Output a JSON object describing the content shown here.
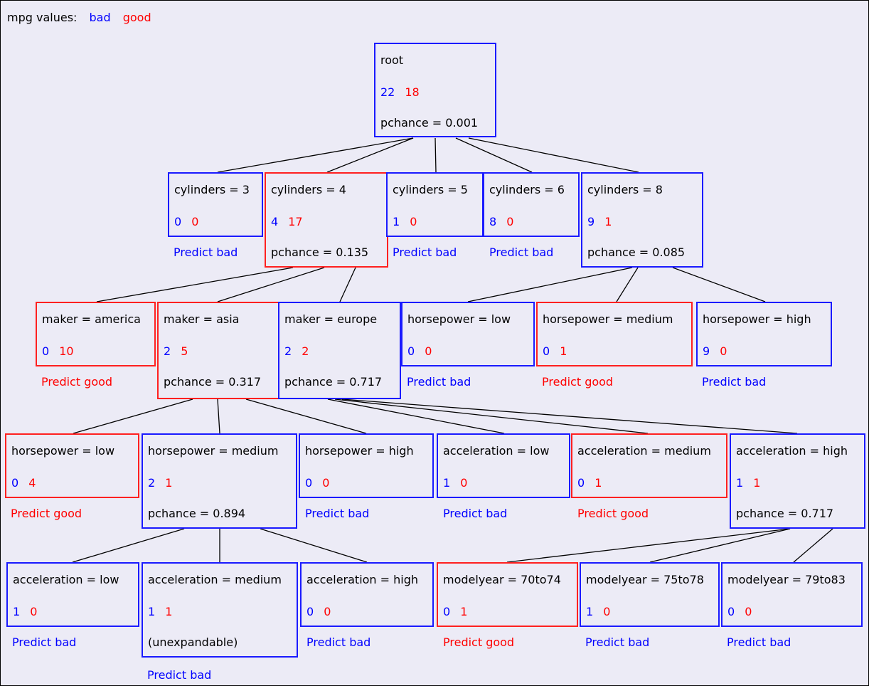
{
  "legend": {
    "label": "mpg values:",
    "bad": "bad",
    "good": "good"
  },
  "colors": {
    "bad": "#0000ff",
    "good": "#ff0000",
    "background": "#ecebf6",
    "edge": "#000000"
  },
  "nodes": [
    {
      "id": "root",
      "title": "root",
      "bad": "22",
      "good": "18",
      "pchance": "pchance = 0.001",
      "cls": "bad"
    },
    {
      "id": "cyl3",
      "title": "cylinders = 3",
      "bad": "0",
      "good": "0",
      "predict": "Predict bad",
      "cls": "bad"
    },
    {
      "id": "cyl4",
      "title": "cylinders = 4",
      "bad": "4",
      "good": "17",
      "pchance": "pchance = 0.135",
      "cls": "good"
    },
    {
      "id": "cyl5",
      "title": "cylinders = 5",
      "bad": "1",
      "good": "0",
      "predict": "Predict bad",
      "cls": "bad"
    },
    {
      "id": "cyl6",
      "title": "cylinders = 6",
      "bad": "8",
      "good": "0",
      "predict": "Predict bad",
      "cls": "bad"
    },
    {
      "id": "cyl8",
      "title": "cylinders = 8",
      "bad": "9",
      "good": "1",
      "pchance": "pchance = 0.085",
      "cls": "bad"
    },
    {
      "id": "m-america",
      "title": "maker = america",
      "bad": "0",
      "good": "10",
      "predict": "Predict good",
      "cls": "good"
    },
    {
      "id": "m-asia",
      "title": "maker = asia",
      "bad": "2",
      "good": "5",
      "pchance": "pchance = 0.317",
      "cls": "good"
    },
    {
      "id": "m-europe",
      "title": "maker = europe",
      "bad": "2",
      "good": "2",
      "pchance": "pchance = 0.717",
      "cls": "bad"
    },
    {
      "id": "hp8-low",
      "title": "horsepower = low",
      "bad": "0",
      "good": "0",
      "predict": "Predict bad",
      "cls": "bad"
    },
    {
      "id": "hp8-med",
      "title": "horsepower = medium",
      "bad": "0",
      "good": "1",
      "predict": "Predict good",
      "cls": "good"
    },
    {
      "id": "hp8-high",
      "title": "horsepower = high",
      "bad": "9",
      "good": "0",
      "predict": "Predict bad",
      "cls": "bad"
    },
    {
      "id": "hpA-low",
      "title": "horsepower = low",
      "bad": "0",
      "good": "4",
      "predict": "Predict good",
      "cls": "good"
    },
    {
      "id": "hpA-med",
      "title": "horsepower = medium",
      "bad": "2",
      "good": "1",
      "pchance": "pchance = 0.894",
      "cls": "bad"
    },
    {
      "id": "hpA-high",
      "title": "horsepower = high",
      "bad": "0",
      "good": "0",
      "predict": "Predict bad",
      "cls": "bad"
    },
    {
      "id": "accE-low",
      "title": "acceleration = low",
      "bad": "1",
      "good": "0",
      "predict": "Predict bad",
      "cls": "bad"
    },
    {
      "id": "accE-med",
      "title": "acceleration = medium",
      "bad": "0",
      "good": "1",
      "predict": "Predict good",
      "cls": "good"
    },
    {
      "id": "accE-high",
      "title": "acceleration = high",
      "bad": "1",
      "good": "1",
      "pchance": "pchance = 0.717",
      "cls": "bad"
    },
    {
      "id": "accM-low",
      "title": "acceleration = low",
      "bad": "1",
      "good": "0",
      "predict": "Predict bad",
      "cls": "bad"
    },
    {
      "id": "accM-med",
      "title": "acceleration = medium",
      "bad": "1",
      "good": "1",
      "pchance": "(unexpandable)",
      "predict": "Predict bad",
      "cls": "bad"
    },
    {
      "id": "accM-high",
      "title": "acceleration = high",
      "bad": "0",
      "good": "0",
      "predict": "Predict bad",
      "cls": "bad"
    },
    {
      "id": "my-70to74",
      "title": "modelyear = 70to74",
      "bad": "0",
      "good": "1",
      "predict": "Predict good",
      "cls": "good"
    },
    {
      "id": "my-75to78",
      "title": "modelyear = 75to78",
      "bad": "1",
      "good": "0",
      "predict": "Predict bad",
      "cls": "bad"
    },
    {
      "id": "my-79to83",
      "title": "modelyear = 79to83",
      "bad": "0",
      "good": "0",
      "predict": "Predict bad",
      "cls": "bad"
    }
  ],
  "edges": [
    [
      "root",
      "cyl3"
    ],
    [
      "root",
      "cyl4"
    ],
    [
      "root",
      "cyl5"
    ],
    [
      "root",
      "cyl6"
    ],
    [
      "root",
      "cyl8"
    ],
    [
      "cyl4",
      "m-america"
    ],
    [
      "cyl4",
      "m-asia"
    ],
    [
      "cyl4",
      "m-europe"
    ],
    [
      "cyl8",
      "hp8-low"
    ],
    [
      "cyl8",
      "hp8-med"
    ],
    [
      "cyl8",
      "hp8-high"
    ],
    [
      "m-asia",
      "hpA-low"
    ],
    [
      "m-asia",
      "hpA-med"
    ],
    [
      "m-asia",
      "hpA-high"
    ],
    [
      "m-europe",
      "accE-low"
    ],
    [
      "m-europe",
      "accE-med"
    ],
    [
      "m-europe",
      "accE-high"
    ],
    [
      "hpA-med",
      "accM-low"
    ],
    [
      "hpA-med",
      "accM-med"
    ],
    [
      "hpA-med",
      "accM-high"
    ],
    [
      "accE-high",
      "my-70to74"
    ],
    [
      "accE-high",
      "my-75to78"
    ],
    [
      "accE-high",
      "my-79to83"
    ]
  ]
}
